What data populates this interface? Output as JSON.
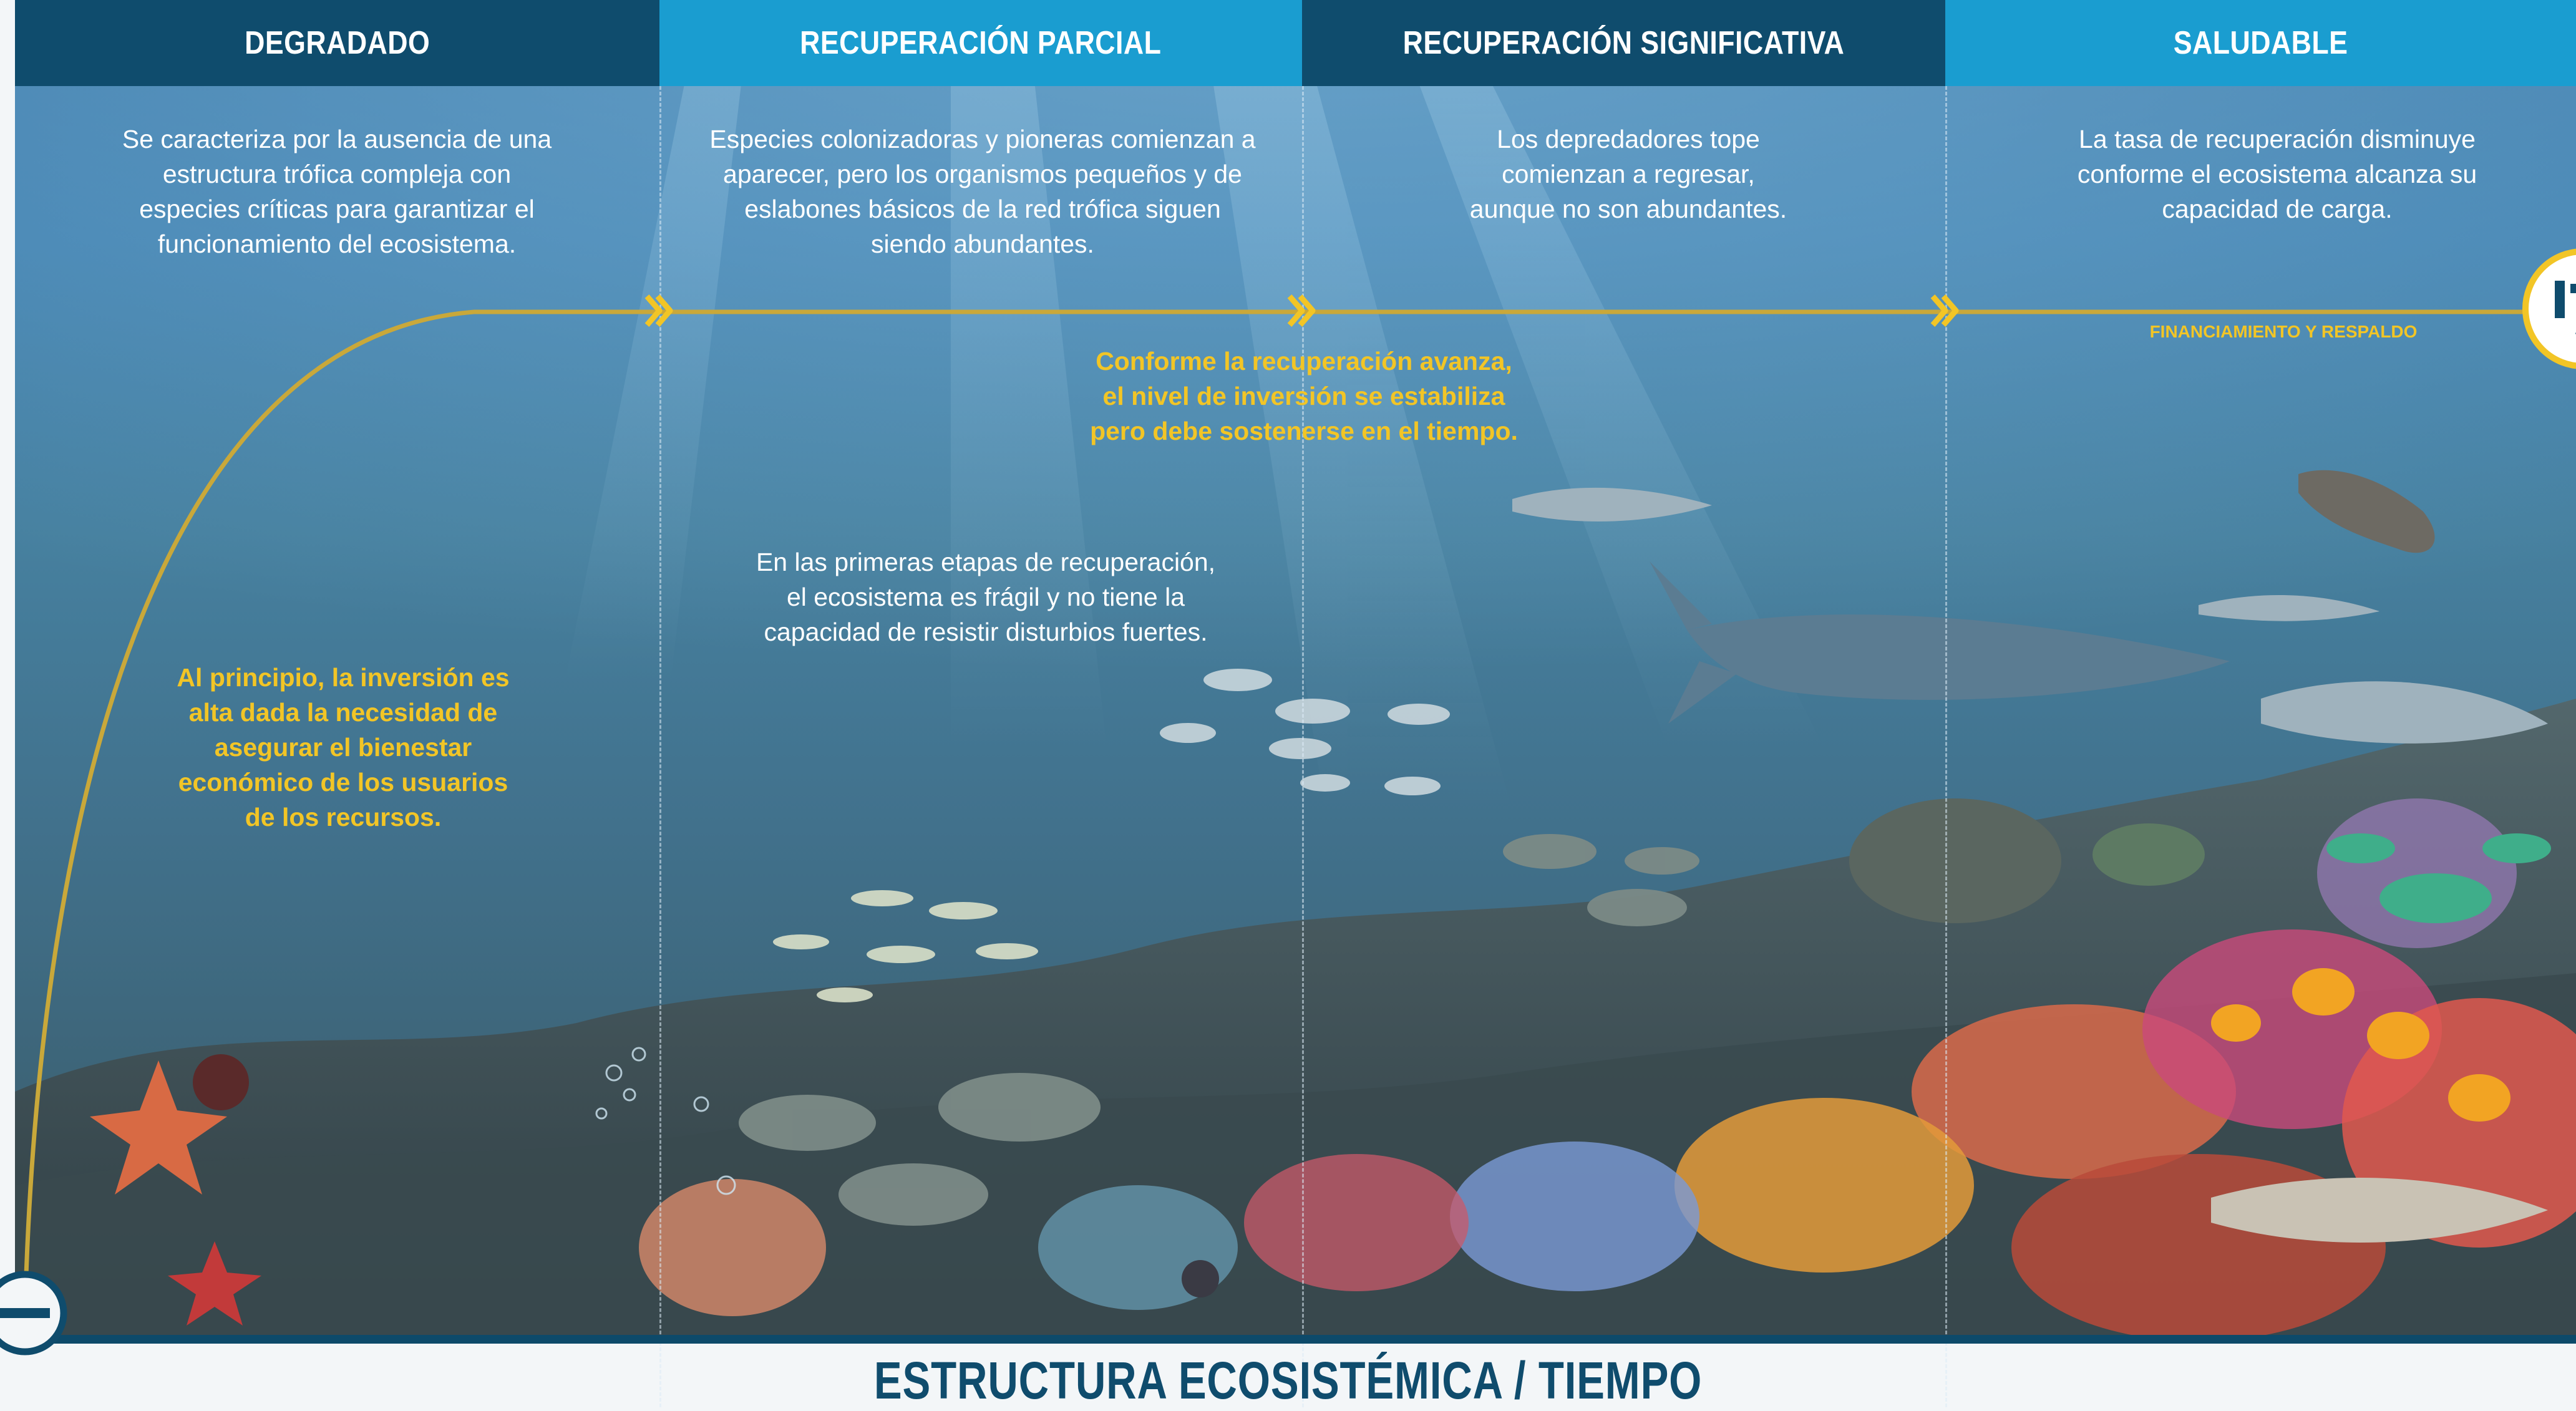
{
  "stages": [
    {
      "title": "DEGRADADO",
      "description": [
        "Se caracteriza por la ausencia de una",
        "estructura trófica compleja con",
        "especies críticas para garantizar el",
        "funcionamiento del ecosistema."
      ]
    },
    {
      "title": "RECUPERACIÓN PARCIAL",
      "description": [
        "Especies colonizadoras y pioneras comienzan a",
        "aparecer, pero los organismos pequeños y de",
        "eslabones básicos de la red trófica siguen",
        "siendo abundantes."
      ]
    },
    {
      "title": "RECUPERACIÓN SIGNIFICATIVA",
      "description": [
        "Los depredadores tope",
        "comienzan a regresar,",
        "aunque no son abundantes."
      ]
    },
    {
      "title": "SALUDABLE",
      "description": [
        "La tasa de recuperación disminuye",
        "conforme el ecosistema alcanza su",
        "capacidad de carga."
      ]
    }
  ],
  "annotations": {
    "investment_start": [
      "Al principio, la inversión es",
      "alta dada la necesidad de",
      "asegurar el bienestar",
      "económico de los usuarios",
      "de los recursos."
    ],
    "investment_stable": [
      "Conforme la recuperación avanza,",
      "el nivel de inversión se estabiliza",
      "pero debe sostenerse en el tiempo."
    ],
    "fragile_stage": [
      "En las primeras etapas de recuperación,",
      "el ecosistema es frágil y no tiene la",
      "capacidad de resistir disturbios fuertes."
    ],
    "funding_label": "FINANCIAMIENTO Y RESPALDO"
  },
  "footer": {
    "axis_title": "ESTRUCTURA ECOSISTÉMICA / TIEMPO"
  },
  "colors": {
    "header_dark": "#0f4c6d",
    "header_light": "#1a9dd0",
    "curve": "#c9a83a",
    "highlight_text": "#f2c526",
    "footer_text": "#0f4c6d"
  },
  "icons": [
    "minus-icon",
    "chevron-right-icon",
    "funding-icon"
  ]
}
